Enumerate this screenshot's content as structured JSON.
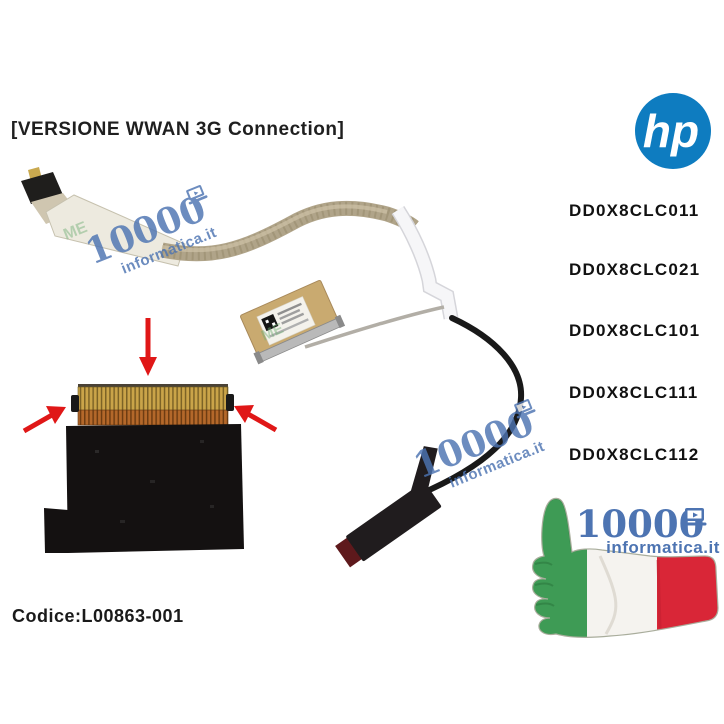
{
  "title": "[VERSIONE WWAN 3G Connection]",
  "part_numbers": [
    "DD0X8CLC011",
    "DD0X8CLC021",
    "DD0X8CLC101",
    "DD0X8CLC111",
    "DD0X8CLC112"
  ],
  "code": "Codice:L00863-001",
  "brand_logo": {
    "text": "hp",
    "color": "#0e7cc0"
  },
  "watermark": {
    "number": "10000",
    "domain": "informatica.it",
    "color": "#4d74b2"
  },
  "seller_logo": {
    "number": "10000",
    "domain": "informatica.it",
    "flag_green": "#3e9b55",
    "flag_white": "#f5f3ef",
    "flag_red": "#d92637"
  },
  "photo": {
    "green_mark": "ME",
    "arrow_color": "#e01717"
  }
}
